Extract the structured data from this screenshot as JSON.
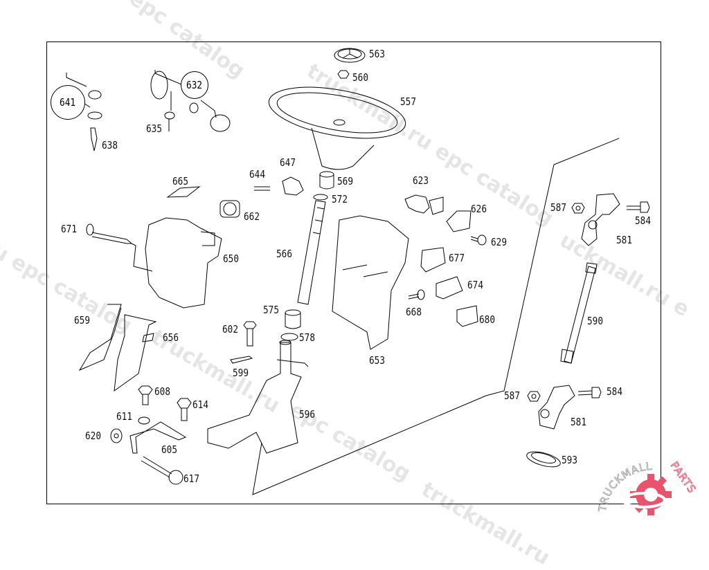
{
  "diagram": {
    "type": "exploded-parts-diagram",
    "subject": "Steering column assembly",
    "callouts": [
      {
        "id": "563",
        "label": "563"
      },
      {
        "id": "560",
        "label": "560"
      },
      {
        "id": "557",
        "label": "557"
      },
      {
        "id": "641",
        "label": "641",
        "circled": true
      },
      {
        "id": "632",
        "label": "632",
        "circled": true
      },
      {
        "id": "635",
        "label": "635"
      },
      {
        "id": "638",
        "label": "638"
      },
      {
        "id": "665",
        "label": "665"
      },
      {
        "id": "644",
        "label": "644"
      },
      {
        "id": "647",
        "label": "647"
      },
      {
        "id": "569",
        "label": "569"
      },
      {
        "id": "572",
        "label": "572"
      },
      {
        "id": "662",
        "label": "662"
      },
      {
        "id": "671",
        "label": "671"
      },
      {
        "id": "650",
        "label": "650"
      },
      {
        "id": "566",
        "label": "566"
      },
      {
        "id": "623",
        "label": "623"
      },
      {
        "id": "626",
        "label": "626"
      },
      {
        "id": "629",
        "label": "629"
      },
      {
        "id": "677",
        "label": "677"
      },
      {
        "id": "674",
        "label": "674"
      },
      {
        "id": "668",
        "label": "668"
      },
      {
        "id": "680",
        "label": "680"
      },
      {
        "id": "575",
        "label": "575"
      },
      {
        "id": "578",
        "label": "578"
      },
      {
        "id": "653",
        "label": "653"
      },
      {
        "id": "659",
        "label": "659"
      },
      {
        "id": "656",
        "label": "656"
      },
      {
        "id": "602",
        "label": "602"
      },
      {
        "id": "599",
        "label": "599"
      },
      {
        "id": "608",
        "label": "608"
      },
      {
        "id": "614",
        "label": "614"
      },
      {
        "id": "611",
        "label": "611"
      },
      {
        "id": "620",
        "label": "620"
      },
      {
        "id": "605",
        "label": "605"
      },
      {
        "id": "617",
        "label": "617"
      },
      {
        "id": "596",
        "label": "596"
      },
      {
        "id": "587a",
        "label": "587"
      },
      {
        "id": "584a",
        "label": "584"
      },
      {
        "id": "581a",
        "label": "581"
      },
      {
        "id": "590",
        "label": "590"
      },
      {
        "id": "587b",
        "label": "587"
      },
      {
        "id": "584b",
        "label": "584"
      },
      {
        "id": "581b",
        "label": "581"
      },
      {
        "id": "593",
        "label": "593"
      }
    ]
  },
  "watermarks": {
    "text1": "epc catalog",
    "text2": "truckmall.ru",
    "text3": "truckmall.ru epc catalog",
    "text4": "ru epc catalog",
    "text5": "uckmall.ru e",
    "text6": "u epc catalog"
  },
  "logo": {
    "text": "TRUCKMALLPARTS",
    "part1": "TRUCKMALL",
    "part2": "PARTS",
    "color": "#e8546e"
  }
}
